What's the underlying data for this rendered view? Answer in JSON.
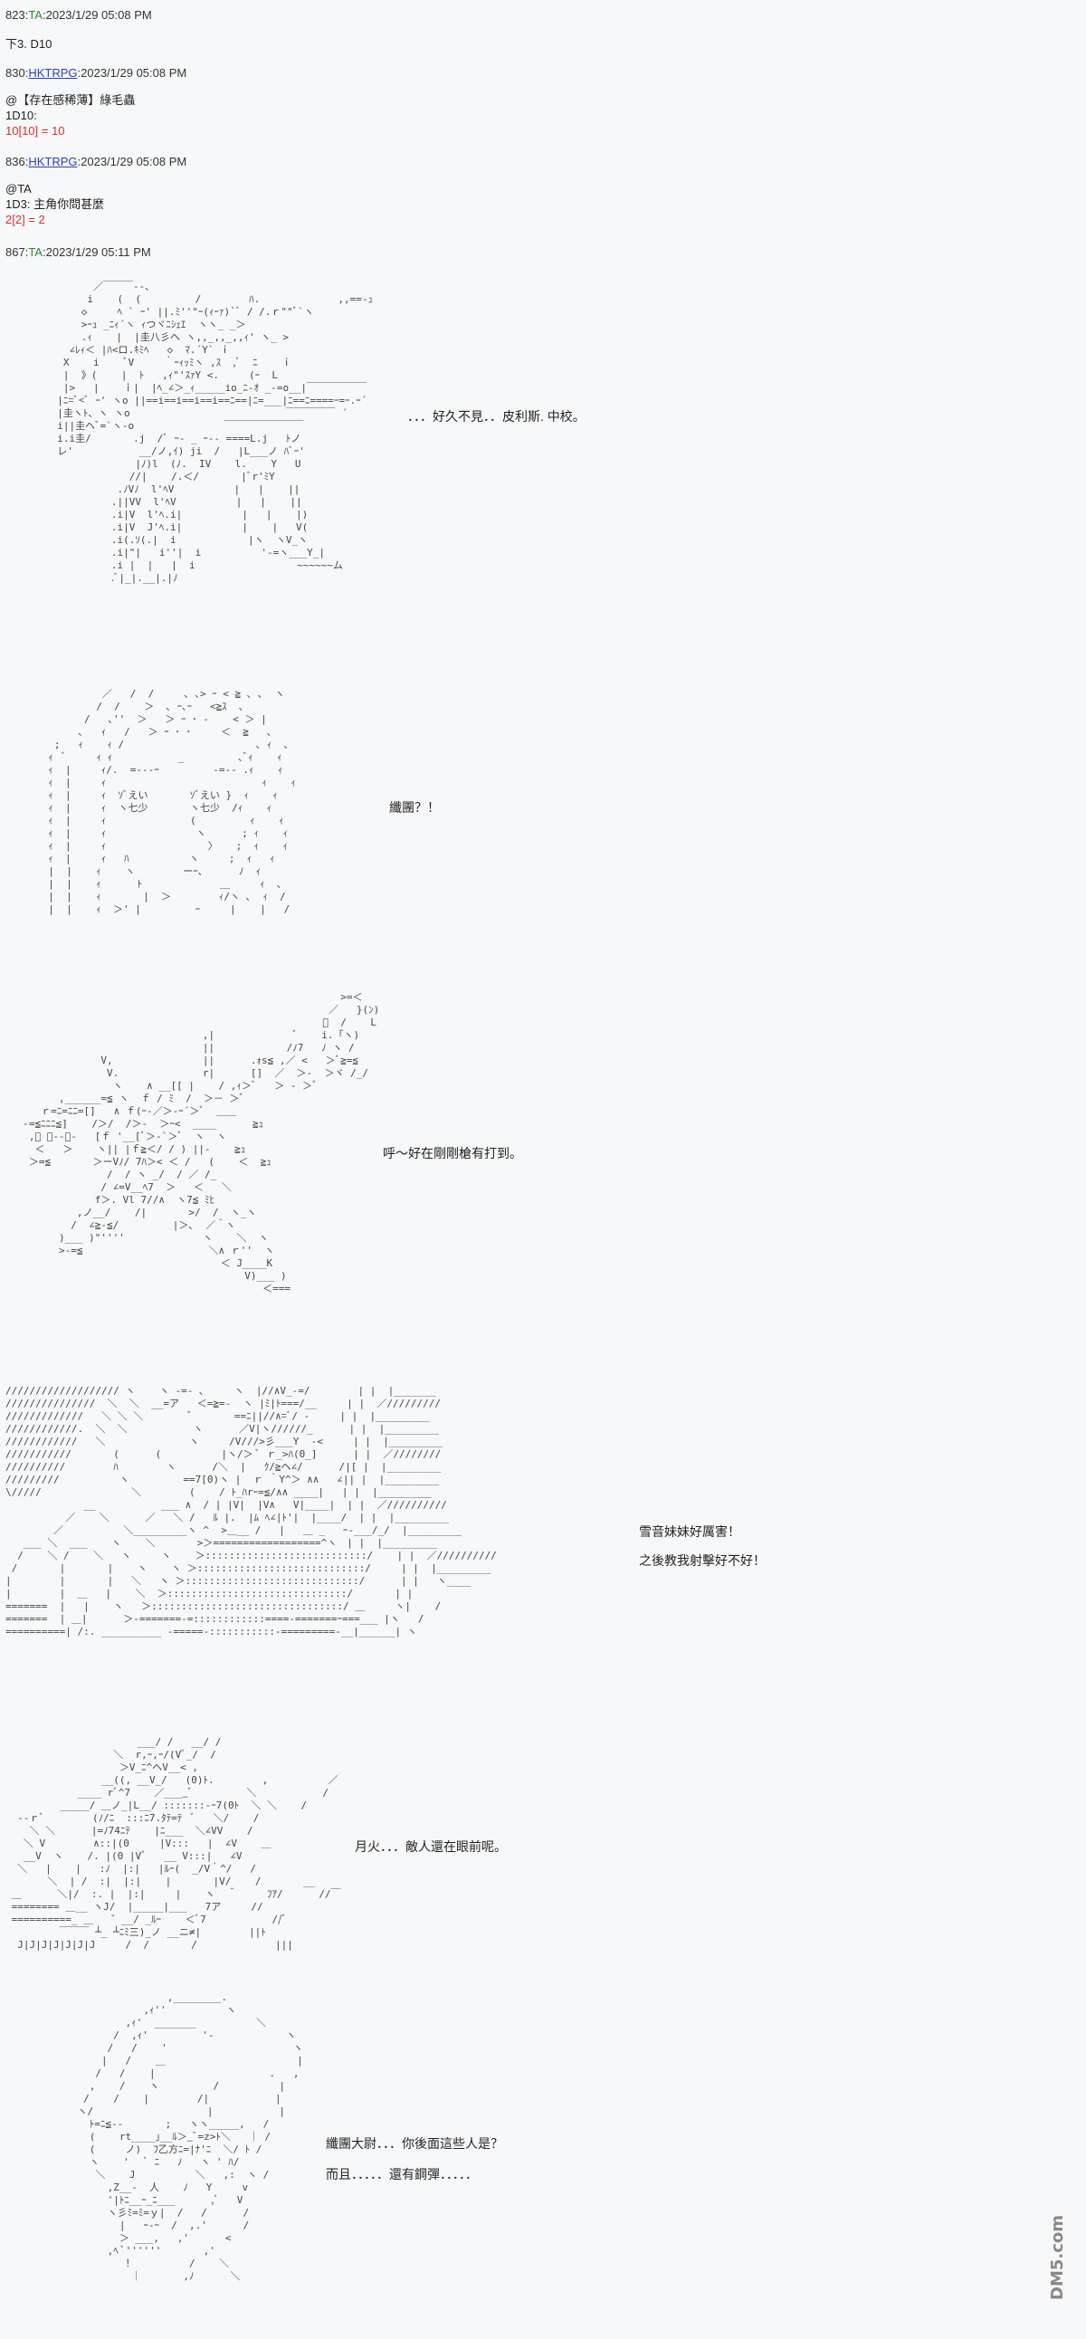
{
  "posts": [
    {
      "num": "823",
      "user": "TA",
      "time": "2023/1/29 05:08 PM",
      "lines": [
        "下3. D10"
      ]
    },
    {
      "num": "830",
      "user": "HKTRPG",
      "time": "2023/1/29 05:08 PM",
      "lines": [
        "@【存在感稀薄】綠毛蟲",
        "1D10:"
      ],
      "result": "10[10] = 10"
    },
    {
      "num": "836",
      "user": "HKTRPG",
      "time": "2023/1/29 05:08 PM",
      "lines": [
        "@TA",
        "1D3: 主角你問甚麼"
      ],
      "result": "2[2] = 2"
    },
    {
      "num": "867",
      "user": "TA",
      "time": "2023/1/29 05:11 PM"
    }
  ],
  "dialogues": [
    {
      "text": "．．．好久不見．．皮利斯. 中校。"
    },
    {
      "text": "纖團？！"
    },
    {
      "text": "呼～好在剛剛槍有打到。"
    },
    {
      "text": "雪音妹妹好厲害！"
    },
    {
      "text": "之後教我射擊好不好！"
    },
    {
      "text": "月火．．．敵人還在眼前呢。"
    },
    {
      "text": "纖團大尉．．．你後面這些人是？"
    },
    {
      "text": "而且．．．．．還有鋼彈．．．．．"
    }
  ],
  "watermark": {
    "text": "DM5.com"
  }
}
